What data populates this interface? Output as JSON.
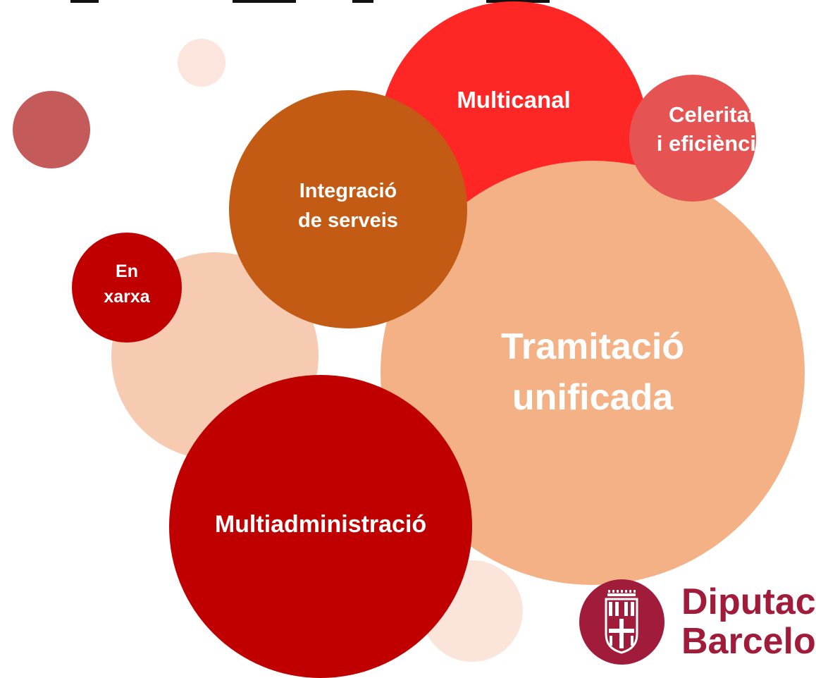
{
  "bubbles": {
    "multicanal": "Multicanal",
    "celeritat": [
      "Celeritat",
      "i eficiència"
    ],
    "integracio": [
      "Integració",
      "de serveis"
    ],
    "en_xarxa": [
      "En",
      "xarxa"
    ],
    "tramitacio": [
      "Tramitació",
      "unificada"
    ],
    "multiadministracio": "Multiadministració"
  },
  "logo": {
    "line1": "Diputaci",
    "line2": "Barcelor"
  },
  "colors": {
    "multicanal": "#ff2626",
    "celeritat": "#e65353",
    "integracio": "#c35b14",
    "en_xarxa": "#c00000",
    "tramitacio": "#f4b185",
    "multiadministracio": "#c00000",
    "brand": "#a01c3a"
  }
}
